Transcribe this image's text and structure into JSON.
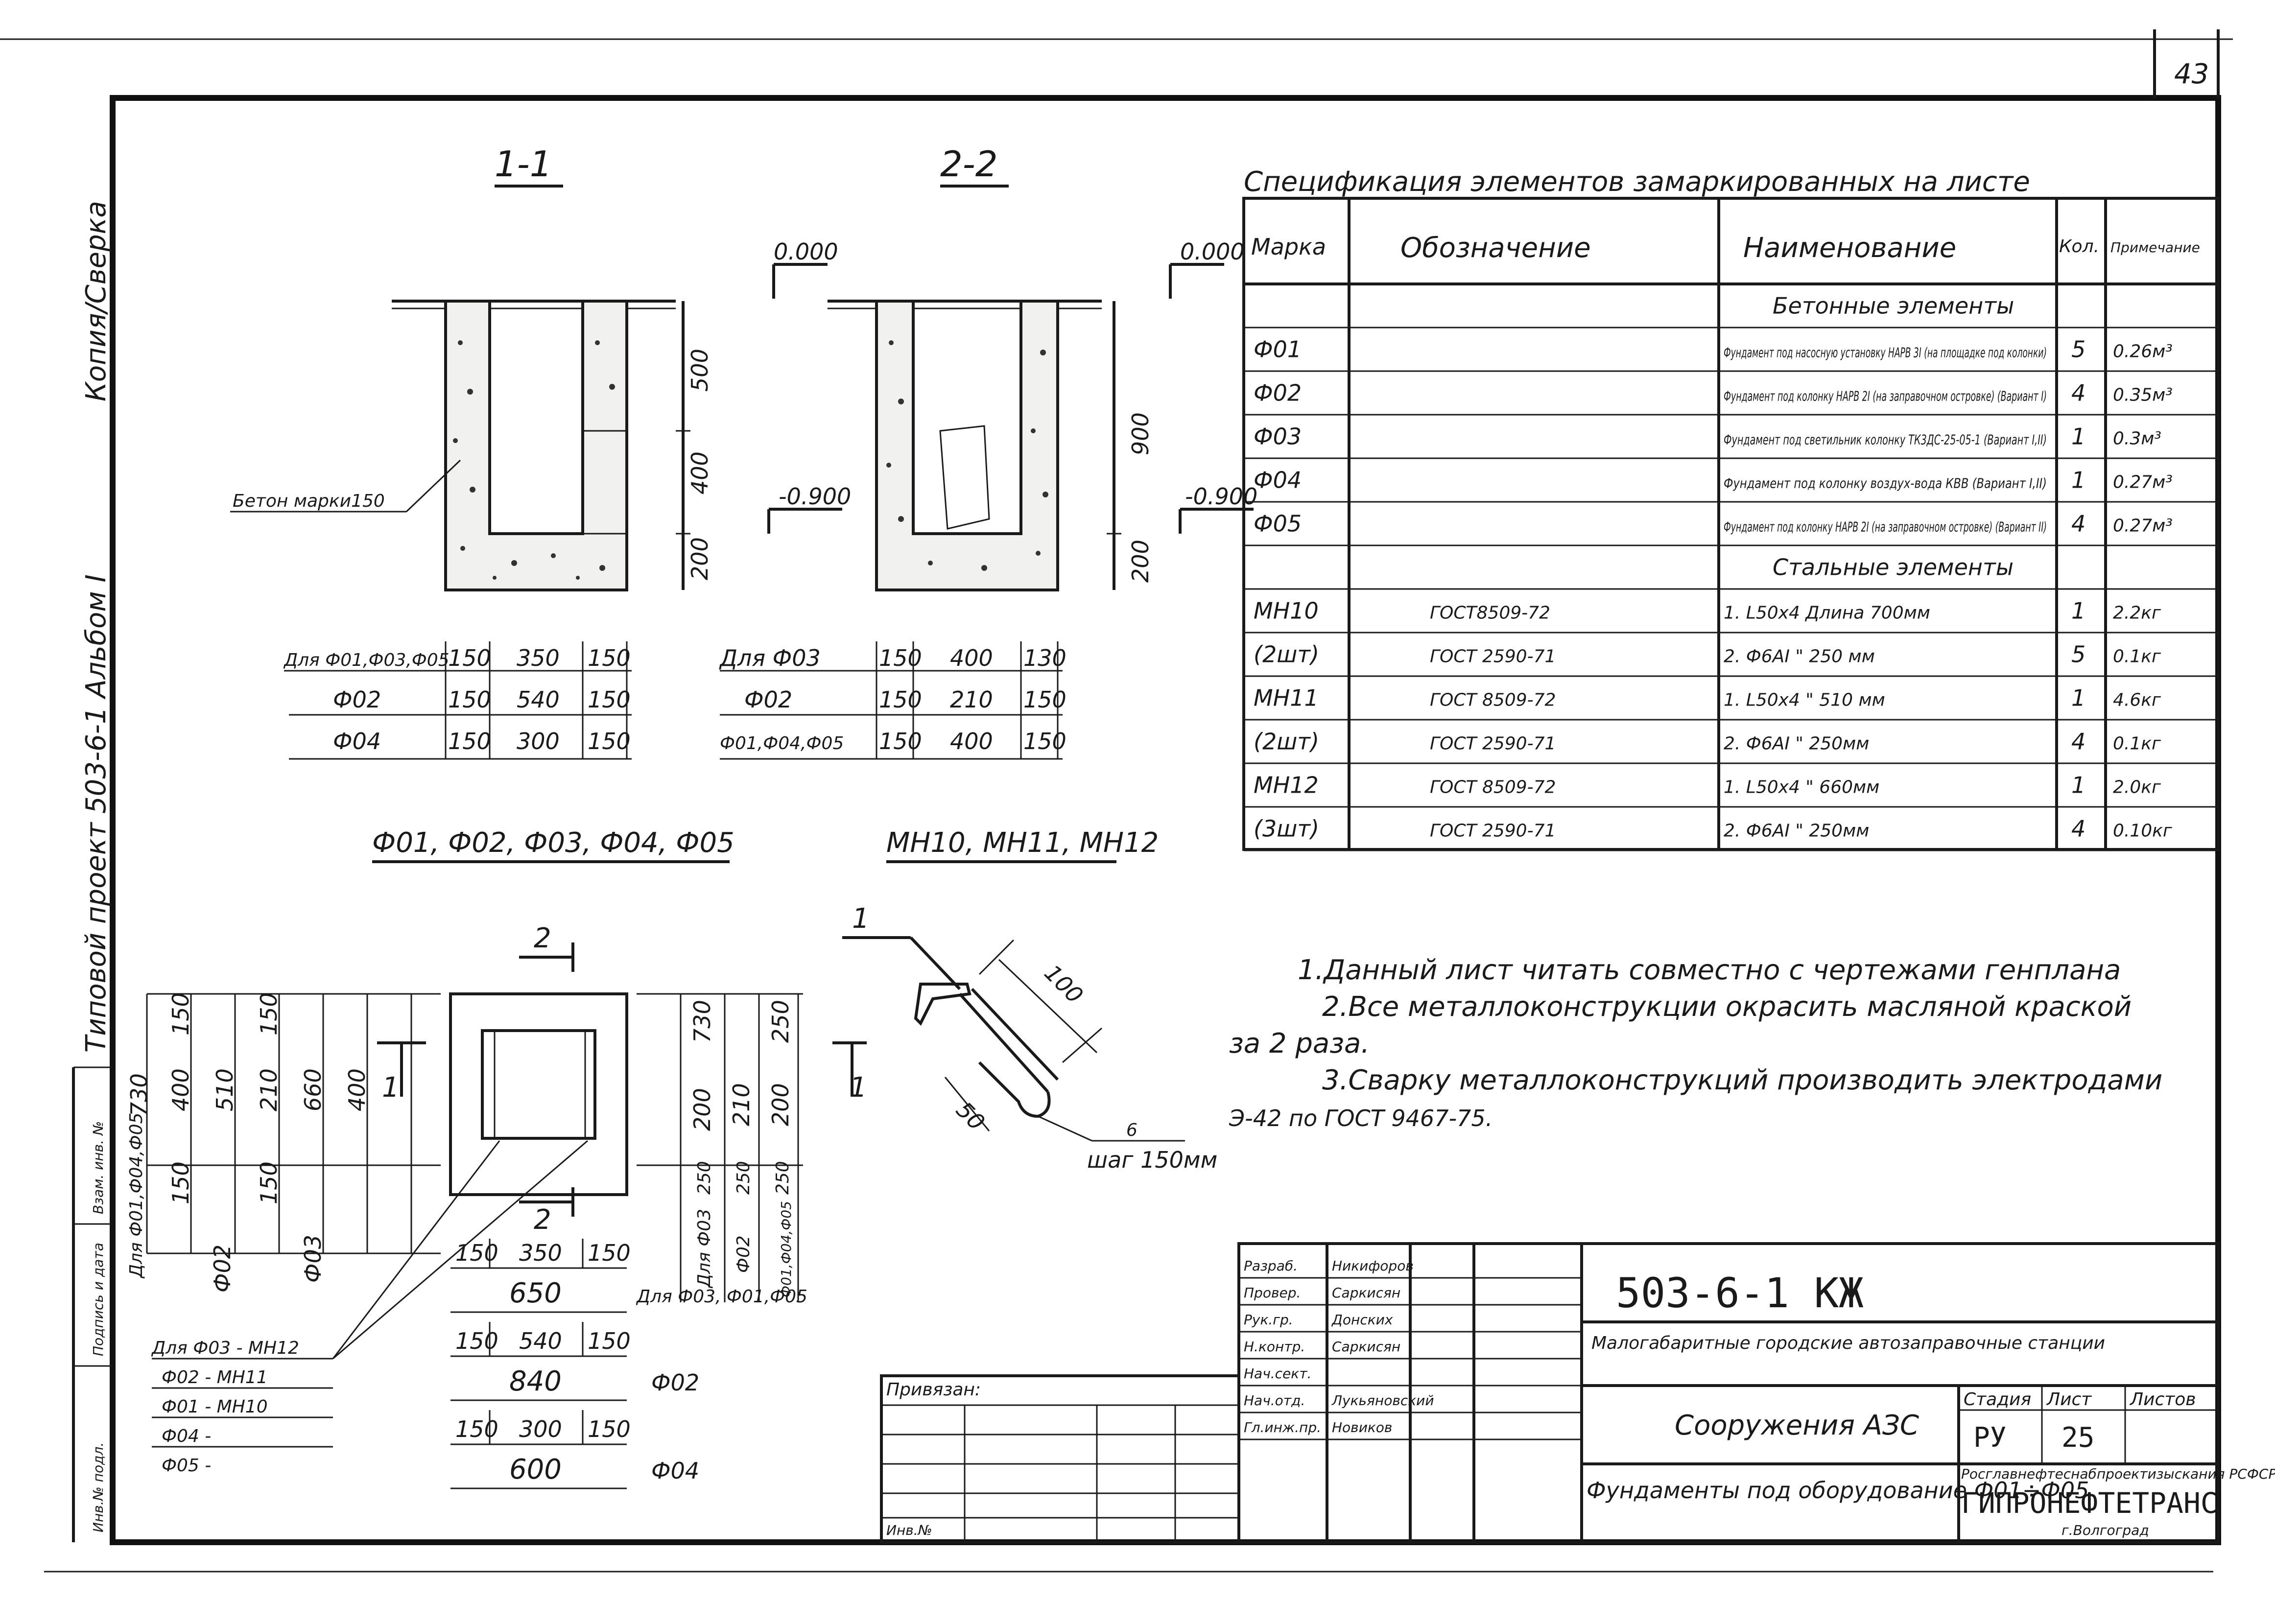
{
  "sheet": {
    "page_no": "43"
  },
  "left_strip": {
    "copy_label": "Копия/Сверка",
    "project_label": "Типовой проект 503-6-1 Альбом I",
    "box_labels": [
      "Инв.№ подл.",
      "Подпись и дата",
      "Взам. инв. №"
    ]
  },
  "sections": {
    "s1_title": "1-1",
    "s2_title": "2-2",
    "level_top": "0.000",
    "level_bottom": "-0.900",
    "concrete_label": "Бетон марки150",
    "s1_dims": [
      "500",
      "400",
      "200"
    ],
    "s2_dims": [
      "900",
      "200"
    ]
  },
  "dim_table_1": {
    "rows": [
      {
        "label": "Для Ф01,Ф03,Ф05",
        "a": "150",
        "b": "350",
        "c": "150"
      },
      {
        "label": "Ф02",
        "a": "150",
        "b": "540",
        "c": "150"
      },
      {
        "label": "Ф04",
        "a": "150",
        "b": "300",
        "c": "150"
      }
    ],
    "caption": "Ф01, Ф02, Ф03, Ф04, Ф05"
  },
  "dim_table_2": {
    "rows": [
      {
        "label": "Для Ф03",
        "a": "150",
        "b": "400",
        "c": "130"
      },
      {
        "label": "Ф02",
        "a": "150",
        "b": "210",
        "c": "150"
      },
      {
        "label": "Ф01,Ф04,Ф05",
        "a": "150",
        "b": "400",
        "c": "150"
      }
    ],
    "caption": "МН10, МН11, МН12"
  },
  "plan": {
    "cut1": "1",
    "cut2": "2",
    "left_dims_top": [
      "730",
      "400",
      "510",
      "210",
      "660",
      "400"
    ],
    "left_dims_mid": [
      "150",
      "150",
      "150",
      "150"
    ],
    "left_labels": [
      "Для Ф01,Ф04,Ф05",
      "Ф02",
      "Ф03"
    ],
    "right_dims_top": [
      "730",
      "200",
      "210",
      "200",
      "250"
    ],
    "right_dims_mid": [
      "250",
      "250",
      "250"
    ],
    "right_labels": [
      "Для Ф03",
      "Ф02",
      "Ф01,Ф04,Ф05"
    ],
    "bottom_rows": [
      {
        "a": "150",
        "b": "350",
        "c": "150",
        "total": "650",
        "label": "Для Ф03, Ф01,Ф05"
      },
      {
        "a": "150",
        "b": "540",
        "c": "150",
        "total": "840",
        "label": "Ф02"
      },
      {
        "a": "150",
        "b": "300",
        "c": "150",
        "total": "600",
        "label": "Ф04"
      }
    ],
    "legend": [
      "Для Ф03 - МН12",
      "Ф02 - МН11",
      "Ф01 - МН10",
      "Ф04 -",
      "Ф05 -"
    ]
  },
  "detail": {
    "cut": "1",
    "dim_a": "100",
    "dim_b": "50",
    "label_d": "6",
    "label_step": "шаг 150мм"
  },
  "spec": {
    "title": "Спецификация элементов замаркированных на листе",
    "headers": [
      "Марка",
      "Обозначение",
      "Наименование",
      "Кол.",
      "Примечание"
    ],
    "rows": [
      {
        "mark": "",
        "doc": "",
        "name": "Бетонные элементы",
        "qty": "",
        "note": ""
      },
      {
        "mark": "Ф01",
        "doc": "",
        "name": "Фундамент под насосную установку НАРВ 3I (на площадке под колонки)",
        "qty": "5",
        "note": "0.26м³"
      },
      {
        "mark": "Ф02",
        "doc": "",
        "name": "Фундамент под колонку НАРВ 2I (на заправочном островке) (Вариант I)",
        "qty": "4",
        "note": "0.35м³"
      },
      {
        "mark": "Ф03",
        "doc": "",
        "name": "Фундамент под светильник колонку ТК3ДС-25-05-1 (Вариант I,II)",
        "qty": "1",
        "note": "0.3м³"
      },
      {
        "mark": "Ф04",
        "doc": "",
        "name": "Фундамент под колонку воздух-вода КВВ (Вариант I,II)",
        "qty": "1",
        "note": "0.27м³"
      },
      {
        "mark": "Ф05",
        "doc": "",
        "name": "Фундамент под колонку НАРВ 2I (на заправочном островке) (Вариант II)",
        "qty": "4",
        "note": "0.27м³"
      },
      {
        "mark": "",
        "doc": "",
        "name": "Стальные элементы",
        "qty": "",
        "note": ""
      },
      {
        "mark": "МН10",
        "doc": "ГОСТ8509-72",
        "name": "1. L50x4 Длина 700мм",
        "qty": "1",
        "note": "2.2кг"
      },
      {
        "mark": "(2шт)",
        "doc": "ГОСТ 2590-71",
        "name": "2. Ф6АI  \"  250 мм",
        "qty": "5",
        "note": "0.1кг"
      },
      {
        "mark": "МН11",
        "doc": "ГОСТ 8509-72",
        "name": "1. L50x4  \"  510 мм",
        "qty": "1",
        "note": "4.6кг"
      },
      {
        "mark": "(2шт)",
        "doc": "ГОСТ 2590-71",
        "name": "2. Ф6АI  \"  250мм",
        "qty": "4",
        "note": "0.1кг"
      },
      {
        "mark": "МН12",
        "doc": "ГОСТ 8509-72",
        "name": "1. L50x4  \"  660мм",
        "qty": "1",
        "note": "2.0кг"
      },
      {
        "mark": "(3шт)",
        "doc": "ГОСТ 2590-71",
        "name": "2. Ф6АI  \"  250мм",
        "qty": "4",
        "note": "0.10кг"
      }
    ]
  },
  "notes": [
    "1.Данный лист читать совместно с чертежами генплана",
    "2.Все металлоконструкции окрасить масляной краской",
    "за 2 раза.",
    "3.Сварку металлоконструкций производить электродами",
    "Э-42 по ГОСТ 9467-75."
  ],
  "stamp": {
    "attach_label": "Привязан:",
    "inv_label": "Инв.№",
    "roles": [
      {
        "role": "Разраб.",
        "name": "Никифоров"
      },
      {
        "role": "Провер.",
        "name": "Саркисян"
      },
      {
        "role": "Рук.гр.",
        "name": "Донских"
      },
      {
        "role": "Н.контр.",
        "name": "Саркисян"
      },
      {
        "role": "Нач.сект.",
        "name": ""
      },
      {
        "role": "Нач.отд.",
        "name": "Лукьяновский"
      },
      {
        "role": "Гл.инж.пр.",
        "name": "Новиков"
      }
    ],
    "code": "503-6-1  КЖ",
    "project_name": "Малогабаритные городские автозаправочные станции",
    "building": "Сооружения АЗС",
    "sheet_title": "Фундаменты под оборудование Ф01÷Ф05",
    "stage_hdr": "Стадия",
    "sheet_hdr": "Лист",
    "sheets_hdr": "Листов",
    "stage": "РУ",
    "sheet": "25",
    "org_top": "Росглавнефтеснабпроектизыскания РСФСР",
    "org": "ГИПРОНЕФТЕТРАНС",
    "city": "г.Волгоград"
  }
}
